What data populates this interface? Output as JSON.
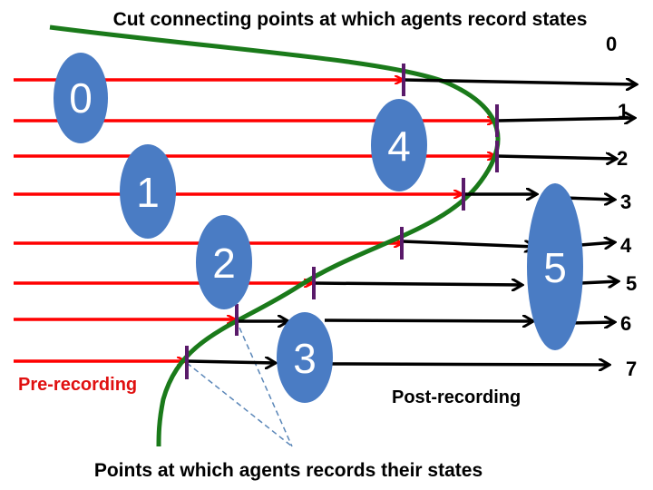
{
  "labels": {
    "title": "Cut connecting points at which agents record states",
    "bottom": "Points at which agents records their states",
    "pre": "Pre-recording",
    "post": "Post-recording"
  },
  "processes": [
    "0",
    "1",
    "2",
    "3",
    "4",
    "5"
  ],
  "message_ids": [
    "0",
    "1",
    "2",
    "3",
    "4",
    "5",
    "6",
    "7"
  ],
  "colors": {
    "pre_arrow": "#ff0000",
    "post_arrow": "#000000",
    "cut_curve": "#1a7a1a",
    "marker": "#5a1a6a",
    "process_fill": "#4a7cc4",
    "dashed": "#5a86b8",
    "pre_label": "#e01010"
  }
}
